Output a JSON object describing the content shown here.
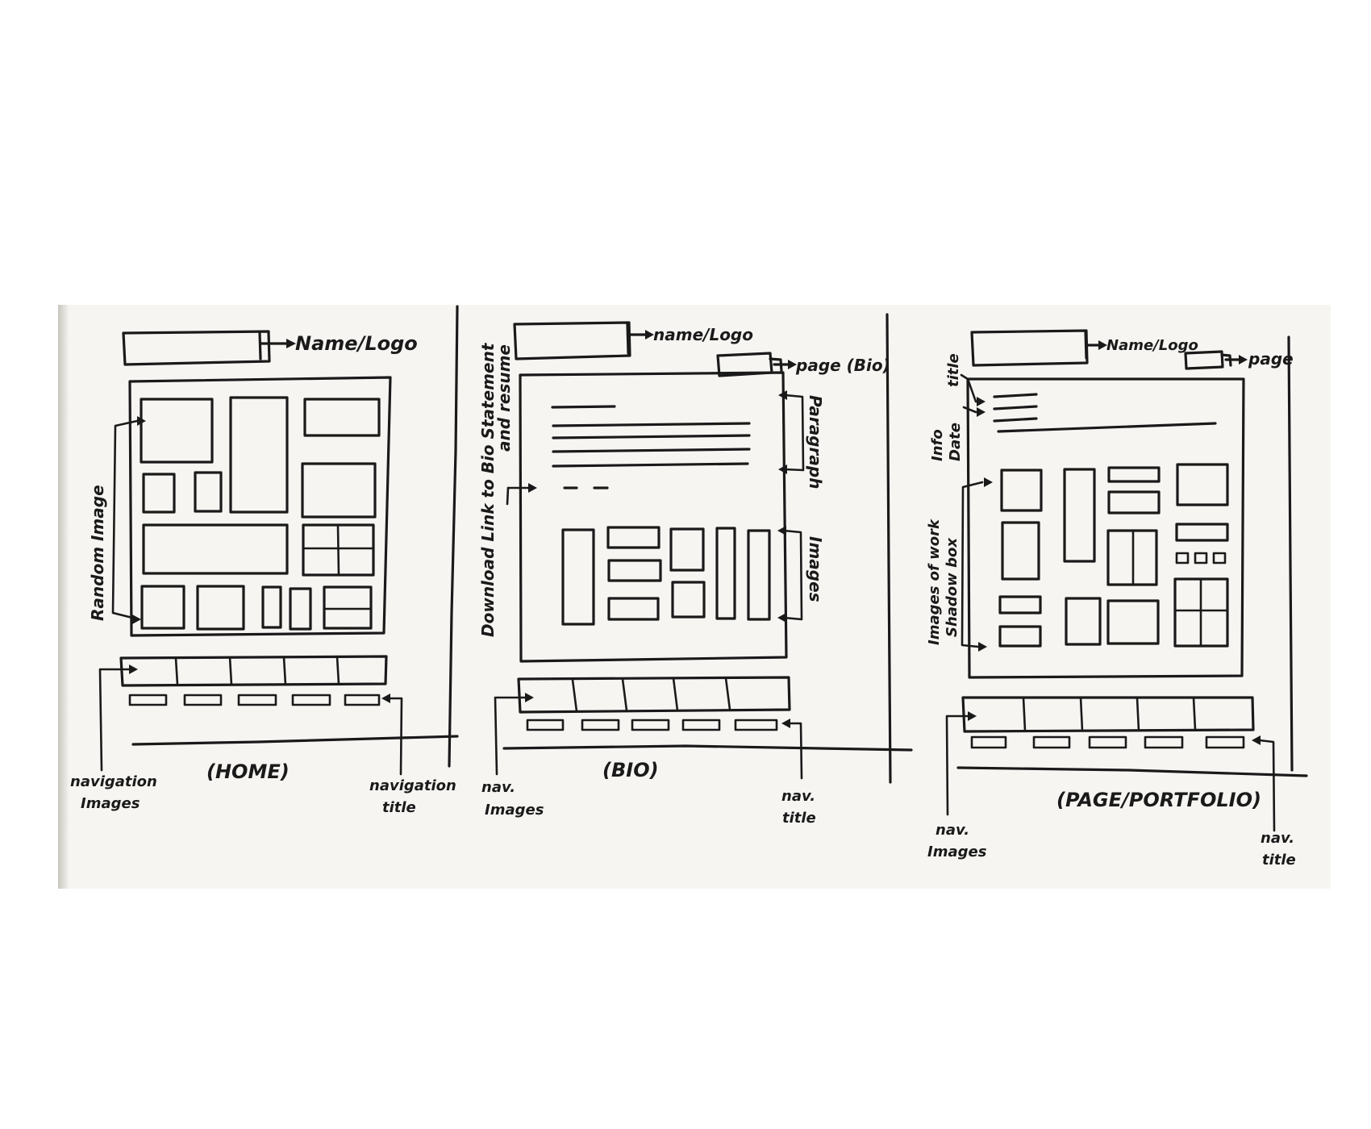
{
  "home": {
    "name_logo": "Name/Logo",
    "random_image": "Random Image",
    "nav_images": [
      "navigation",
      "Images"
    ],
    "nav_title": [
      "navigation",
      "title"
    ],
    "page_label": "(HOME)"
  },
  "bio": {
    "name_logo": "name/Logo",
    "page": "page (Bio)",
    "download_link": [
      "Download Link to Bio Statement",
      "and resume"
    ],
    "paragraph": "Paragraph",
    "images": "Images",
    "nav_images": [
      "nav.",
      "Images"
    ],
    "nav_title": [
      "nav.",
      "title"
    ],
    "page_label": "(BIO)"
  },
  "portfolio": {
    "name_logo": "Name/Logo",
    "page": "page",
    "title": "title",
    "info_date": [
      "Info",
      "Date"
    ],
    "images_of_work": [
      "Images of work",
      "Shadow box"
    ],
    "nav_images": [
      "nav.",
      "Images"
    ],
    "nav_title": [
      "nav.",
      "title"
    ],
    "page_label": "(PAGE/PORTFOLIO)"
  }
}
